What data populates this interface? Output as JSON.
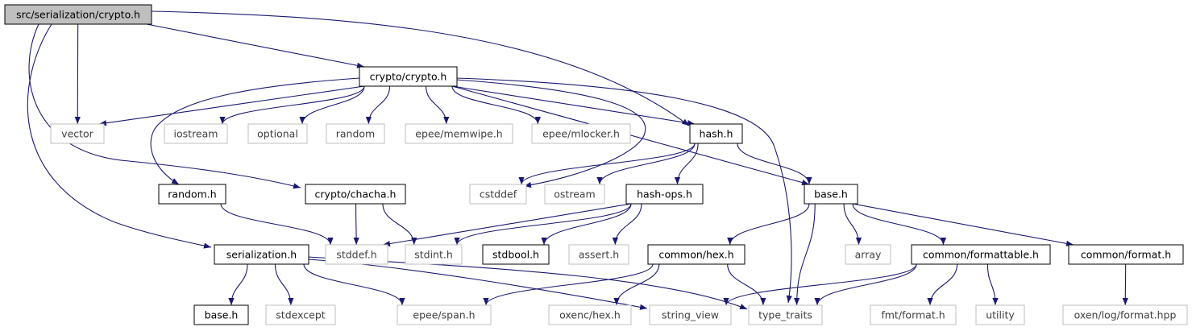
{
  "title": "src/serialization/crypto.h",
  "colors": {
    "edge": "#191970",
    "root_fill": "#bfbfbf",
    "node_border": "#000000",
    "external_border": "#bfbfbf",
    "external_text": "#404040"
  },
  "nodes": [
    {
      "id": "root",
      "label": "src/serialization/crypto.h",
      "kind": "root"
    },
    {
      "id": "crypto",
      "label": "crypto/crypto.h",
      "kind": "documented"
    },
    {
      "id": "vector",
      "label": "vector",
      "kind": "external"
    },
    {
      "id": "iostream",
      "label": "iostream",
      "kind": "external"
    },
    {
      "id": "optional",
      "label": "optional",
      "kind": "external"
    },
    {
      "id": "random",
      "label": "random",
      "kind": "external"
    },
    {
      "id": "memwipe",
      "label": "epee/memwipe.h",
      "kind": "external"
    },
    {
      "id": "mlocker",
      "label": "epee/mlocker.h",
      "kind": "external"
    },
    {
      "id": "hash",
      "label": "hash.h",
      "kind": "documented"
    },
    {
      "id": "cstddef",
      "label": "cstddef",
      "kind": "external"
    },
    {
      "id": "ostream",
      "label": "ostream",
      "kind": "external"
    },
    {
      "id": "randomh",
      "label": "random.h",
      "kind": "documented"
    },
    {
      "id": "chacha",
      "label": "crypto/chacha.h",
      "kind": "documented"
    },
    {
      "id": "hashops",
      "label": "hash-ops.h",
      "kind": "documented"
    },
    {
      "id": "base",
      "label": "base.h",
      "kind": "documented"
    },
    {
      "id": "serialization",
      "label": "serialization.h",
      "kind": "documented"
    },
    {
      "id": "stddef",
      "label": "stddef.h",
      "kind": "external"
    },
    {
      "id": "stdint",
      "label": "stdint.h",
      "kind": "external"
    },
    {
      "id": "stdbool",
      "label": "stdbool.h",
      "kind": "documented"
    },
    {
      "id": "assert",
      "label": "assert.h",
      "kind": "external"
    },
    {
      "id": "commonhex",
      "label": "common/hex.h",
      "kind": "documented"
    },
    {
      "id": "array",
      "label": "array",
      "kind": "external"
    },
    {
      "id": "formattable",
      "label": "common/formattable.h",
      "kind": "documented"
    },
    {
      "id": "format",
      "label": "common/format.h",
      "kind": "documented"
    },
    {
      "id": "baseh2",
      "label": "base.h",
      "kind": "documented"
    },
    {
      "id": "stdexcept",
      "label": "stdexcept",
      "kind": "external"
    },
    {
      "id": "span",
      "label": "epee/span.h",
      "kind": "external"
    },
    {
      "id": "oxenchex",
      "label": "oxenc/hex.h",
      "kind": "external"
    },
    {
      "id": "stringview",
      "label": "string_view",
      "kind": "external"
    },
    {
      "id": "typetraits",
      "label": "type_traits",
      "kind": "external"
    },
    {
      "id": "fmtformat",
      "label": "fmt/format.h",
      "kind": "external"
    },
    {
      "id": "utility",
      "label": "utility",
      "kind": "external"
    },
    {
      "id": "oxenlog",
      "label": "oxen/log/format.hpp",
      "kind": "external"
    }
  ],
  "edges": [
    [
      "root",
      "crypto"
    ],
    [
      "root",
      "vector"
    ],
    [
      "root",
      "hash"
    ],
    [
      "root",
      "chacha"
    ],
    [
      "root",
      "serialization"
    ],
    [
      "crypto",
      "vector"
    ],
    [
      "crypto",
      "iostream"
    ],
    [
      "crypto",
      "optional"
    ],
    [
      "crypto",
      "random"
    ],
    [
      "crypto",
      "memwipe"
    ],
    [
      "crypto",
      "mlocker"
    ],
    [
      "crypto",
      "hash"
    ],
    [
      "crypto",
      "cstddef"
    ],
    [
      "crypto",
      "randomh"
    ],
    [
      "crypto",
      "base"
    ],
    [
      "crypto",
      "typetraits"
    ],
    [
      "hash",
      "cstddef"
    ],
    [
      "hash",
      "ostream"
    ],
    [
      "hash",
      "hashops"
    ],
    [
      "hash",
      "base"
    ],
    [
      "randomh",
      "stddef"
    ],
    [
      "chacha",
      "stddef"
    ],
    [
      "chacha",
      "stdint"
    ],
    [
      "hashops",
      "stddef"
    ],
    [
      "hashops",
      "stdint"
    ],
    [
      "hashops",
      "stdbool"
    ],
    [
      "hashops",
      "assert"
    ],
    [
      "base",
      "commonhex"
    ],
    [
      "base",
      "array"
    ],
    [
      "base",
      "formattable"
    ],
    [
      "base",
      "format"
    ],
    [
      "base",
      "typetraits"
    ],
    [
      "serialization",
      "baseh2"
    ],
    [
      "serialization",
      "stdexcept"
    ],
    [
      "serialization",
      "span"
    ],
    [
      "serialization",
      "stringview"
    ],
    [
      "serialization",
      "typetraits"
    ],
    [
      "commonhex",
      "span"
    ],
    [
      "commonhex",
      "oxenchex"
    ],
    [
      "commonhex",
      "typetraits"
    ],
    [
      "formattable",
      "stringview"
    ],
    [
      "formattable",
      "typetraits"
    ],
    [
      "formattable",
      "fmtformat"
    ],
    [
      "formattable",
      "utility"
    ],
    [
      "format",
      "oxenlog"
    ]
  ]
}
